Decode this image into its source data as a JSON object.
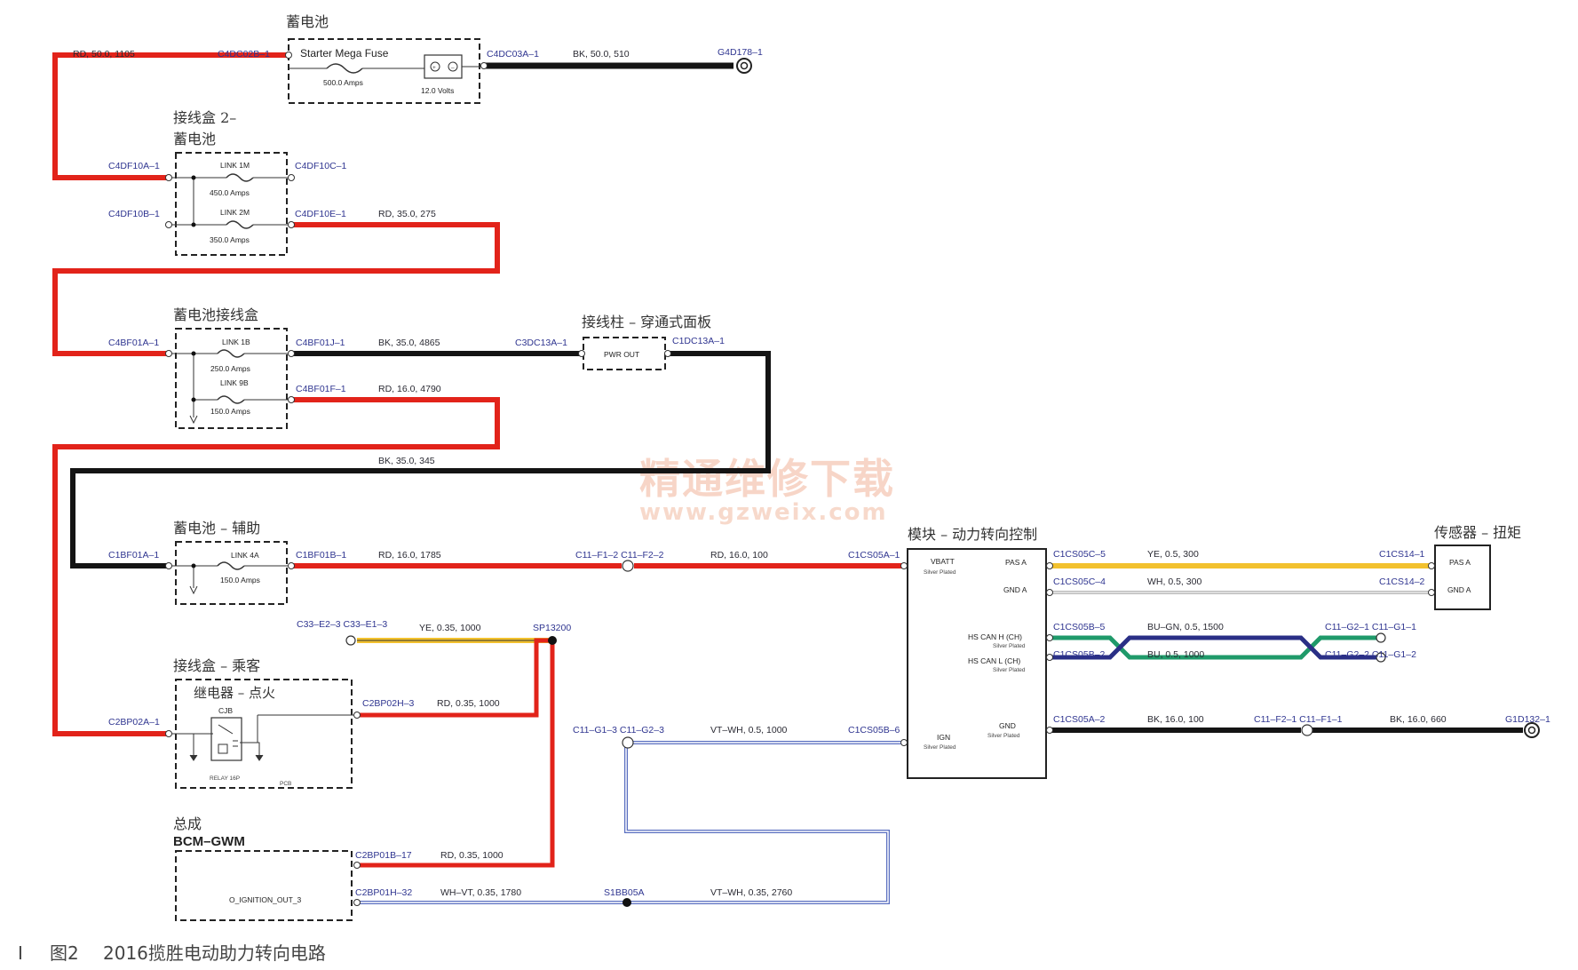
{
  "caption": {
    "bar": "I",
    "figure": "图2",
    "text": "2016揽胜电动助力转向电路"
  },
  "watermark": {
    "line1": "精通维修下载",
    "line2": "www.gzweix.com"
  },
  "colors": {
    "red": "#e2231a",
    "black": "#141414",
    "yellow": "#f2c12e",
    "blue": "#2a2f86",
    "green": "#1f9a6a",
    "violet": "#5a6fc0"
  },
  "components": {
    "battery": {
      "title": "蓄电池",
      "fuse": "Starter Mega Fuse",
      "amps": "500.0 Amps",
      "volts": "12.0 Volts"
    },
    "jb2": {
      "title1": "接线盒 2–",
      "title2": "蓄电池",
      "link1": "LINK 1M",
      "amps1": "450.0 Amps",
      "link2": "LINK 2M",
      "amps2": "350.0 Amps"
    },
    "bjb": {
      "title": "蓄电池接线盒",
      "link1": "LINK 1B",
      "amps1": "250.0 Amps",
      "link2": "LINK 9B",
      "amps2": "150.0 Amps"
    },
    "post": {
      "title": "接线柱 – 穿通式面板",
      "label": "PWR OUT"
    },
    "aux": {
      "title": "蓄电池 – 辅助",
      "link": "LINK 4A",
      "amps": "150.0 Amps"
    },
    "pjb": {
      "title": "接线盒 – 乘客",
      "relay_title": "继电器 – 点火",
      "relay": "CJB",
      "relay_code": "RELAY 16P",
      "pcb": "PCB"
    },
    "bcm": {
      "title1": "总成",
      "title2": "BCM–GWM",
      "pin": "O_IGNITION_OUT_3"
    },
    "module": {
      "title": "模块 – 动力转向控制",
      "vbatt": "VBATT",
      "silver": "Silver Plated",
      "pas_a": "PAS A",
      "gnd_a": "GND A",
      "can_h": "HS CAN H (CH)",
      "can_l": "HS CAN L (CH)",
      "ign": "IGN",
      "gnd": "GND"
    },
    "sensor": {
      "title": "传感器 – 扭矩",
      "pas_a": "PAS A",
      "gnd_a": "GND A"
    }
  },
  "connectors": {
    "c4dc02b": "C4DC02B–1",
    "c4dc03a": "C4DC03A–1",
    "g4d178": "G4D178–1",
    "c4df10a": "C4DF10A–1",
    "c4df10b": "C4DF10B–1",
    "c4df10c": "C4DF10C–1",
    "c4df10e": "C4DF10E–1",
    "c4bf01a": "C4BF01A–1",
    "c4bf01j": "C4BF01J–1",
    "c4bf01f": "C4BF01F–1",
    "c3dc13a": "C3DC13A–1",
    "c1dc13a": "C1DC13A–1",
    "c1bf01a": "C1BF01A–1",
    "c1bf01b": "C1BF01B–1",
    "c11f12": "C11–F1–2 C11–F2–2",
    "c1cs05a1": "C1CS05A–1",
    "c33": "C33–E2–3 C33–E1–3",
    "sp13200": "SP13200",
    "c2bp02a": "C2BP02A–1",
    "c2bp02h": "C2BP02H–3",
    "c11g13": "C11–G1–3 C11–G2–3",
    "c1cs05b6": "C1CS05B–6",
    "c2bp01b": "C2BP01B–17",
    "c2bp01h": "C2BP01H–32",
    "s1bb05a": "S1BB05A",
    "c1cs05c5": "C1CS05C–5",
    "c1cs05c4": "C1CS05C–4",
    "c1cs14_1": "C1CS14–1",
    "c1cs14_2": "C1CS14–2",
    "c1cs05b5": "C1CS05B–5",
    "c1cs05b2": "C1CS05B–2",
    "c11g21": "C11–G2–1 C11–G1–1",
    "c11g22": "C11–G2–2 C11–G1–2",
    "c1cs05a2": "C1CS05A–2",
    "c11f21": "C11–F2–1 C11–F1–1",
    "g1d132": "G1D132–1"
  },
  "wires": {
    "w1105": "RD, 50.0, 1105",
    "w510": "BK, 50.0, 510",
    "w275": "RD, 35.0, 275",
    "w4865": "BK, 35.0, 4865",
    "w4790": "RD, 16.0, 4790",
    "w345": "BK, 35.0, 345",
    "w1785": "RD, 16.0, 1785",
    "w100r": "RD, 16.0, 100",
    "w1000y": "YE, 0.35, 1000",
    "w1000r": "RD, 0.35, 1000",
    "w1000vt": "VT–WH, 0.5, 1000",
    "w1000rb": "RD, 0.35, 1000",
    "w1780": "WH–VT, 0.35, 1780",
    "w2760": "VT–WH, 0.35, 2760",
    "w300y": "YE, 0.5, 300",
    "w300w": "WH, 0.5, 300",
    "w1500": "BU–GN, 0.5, 1500",
    "w1000bu": "BU, 0.5, 1000",
    "w100b": "BK, 16.0, 100",
    "w660": "BK, 16.0, 660"
  }
}
